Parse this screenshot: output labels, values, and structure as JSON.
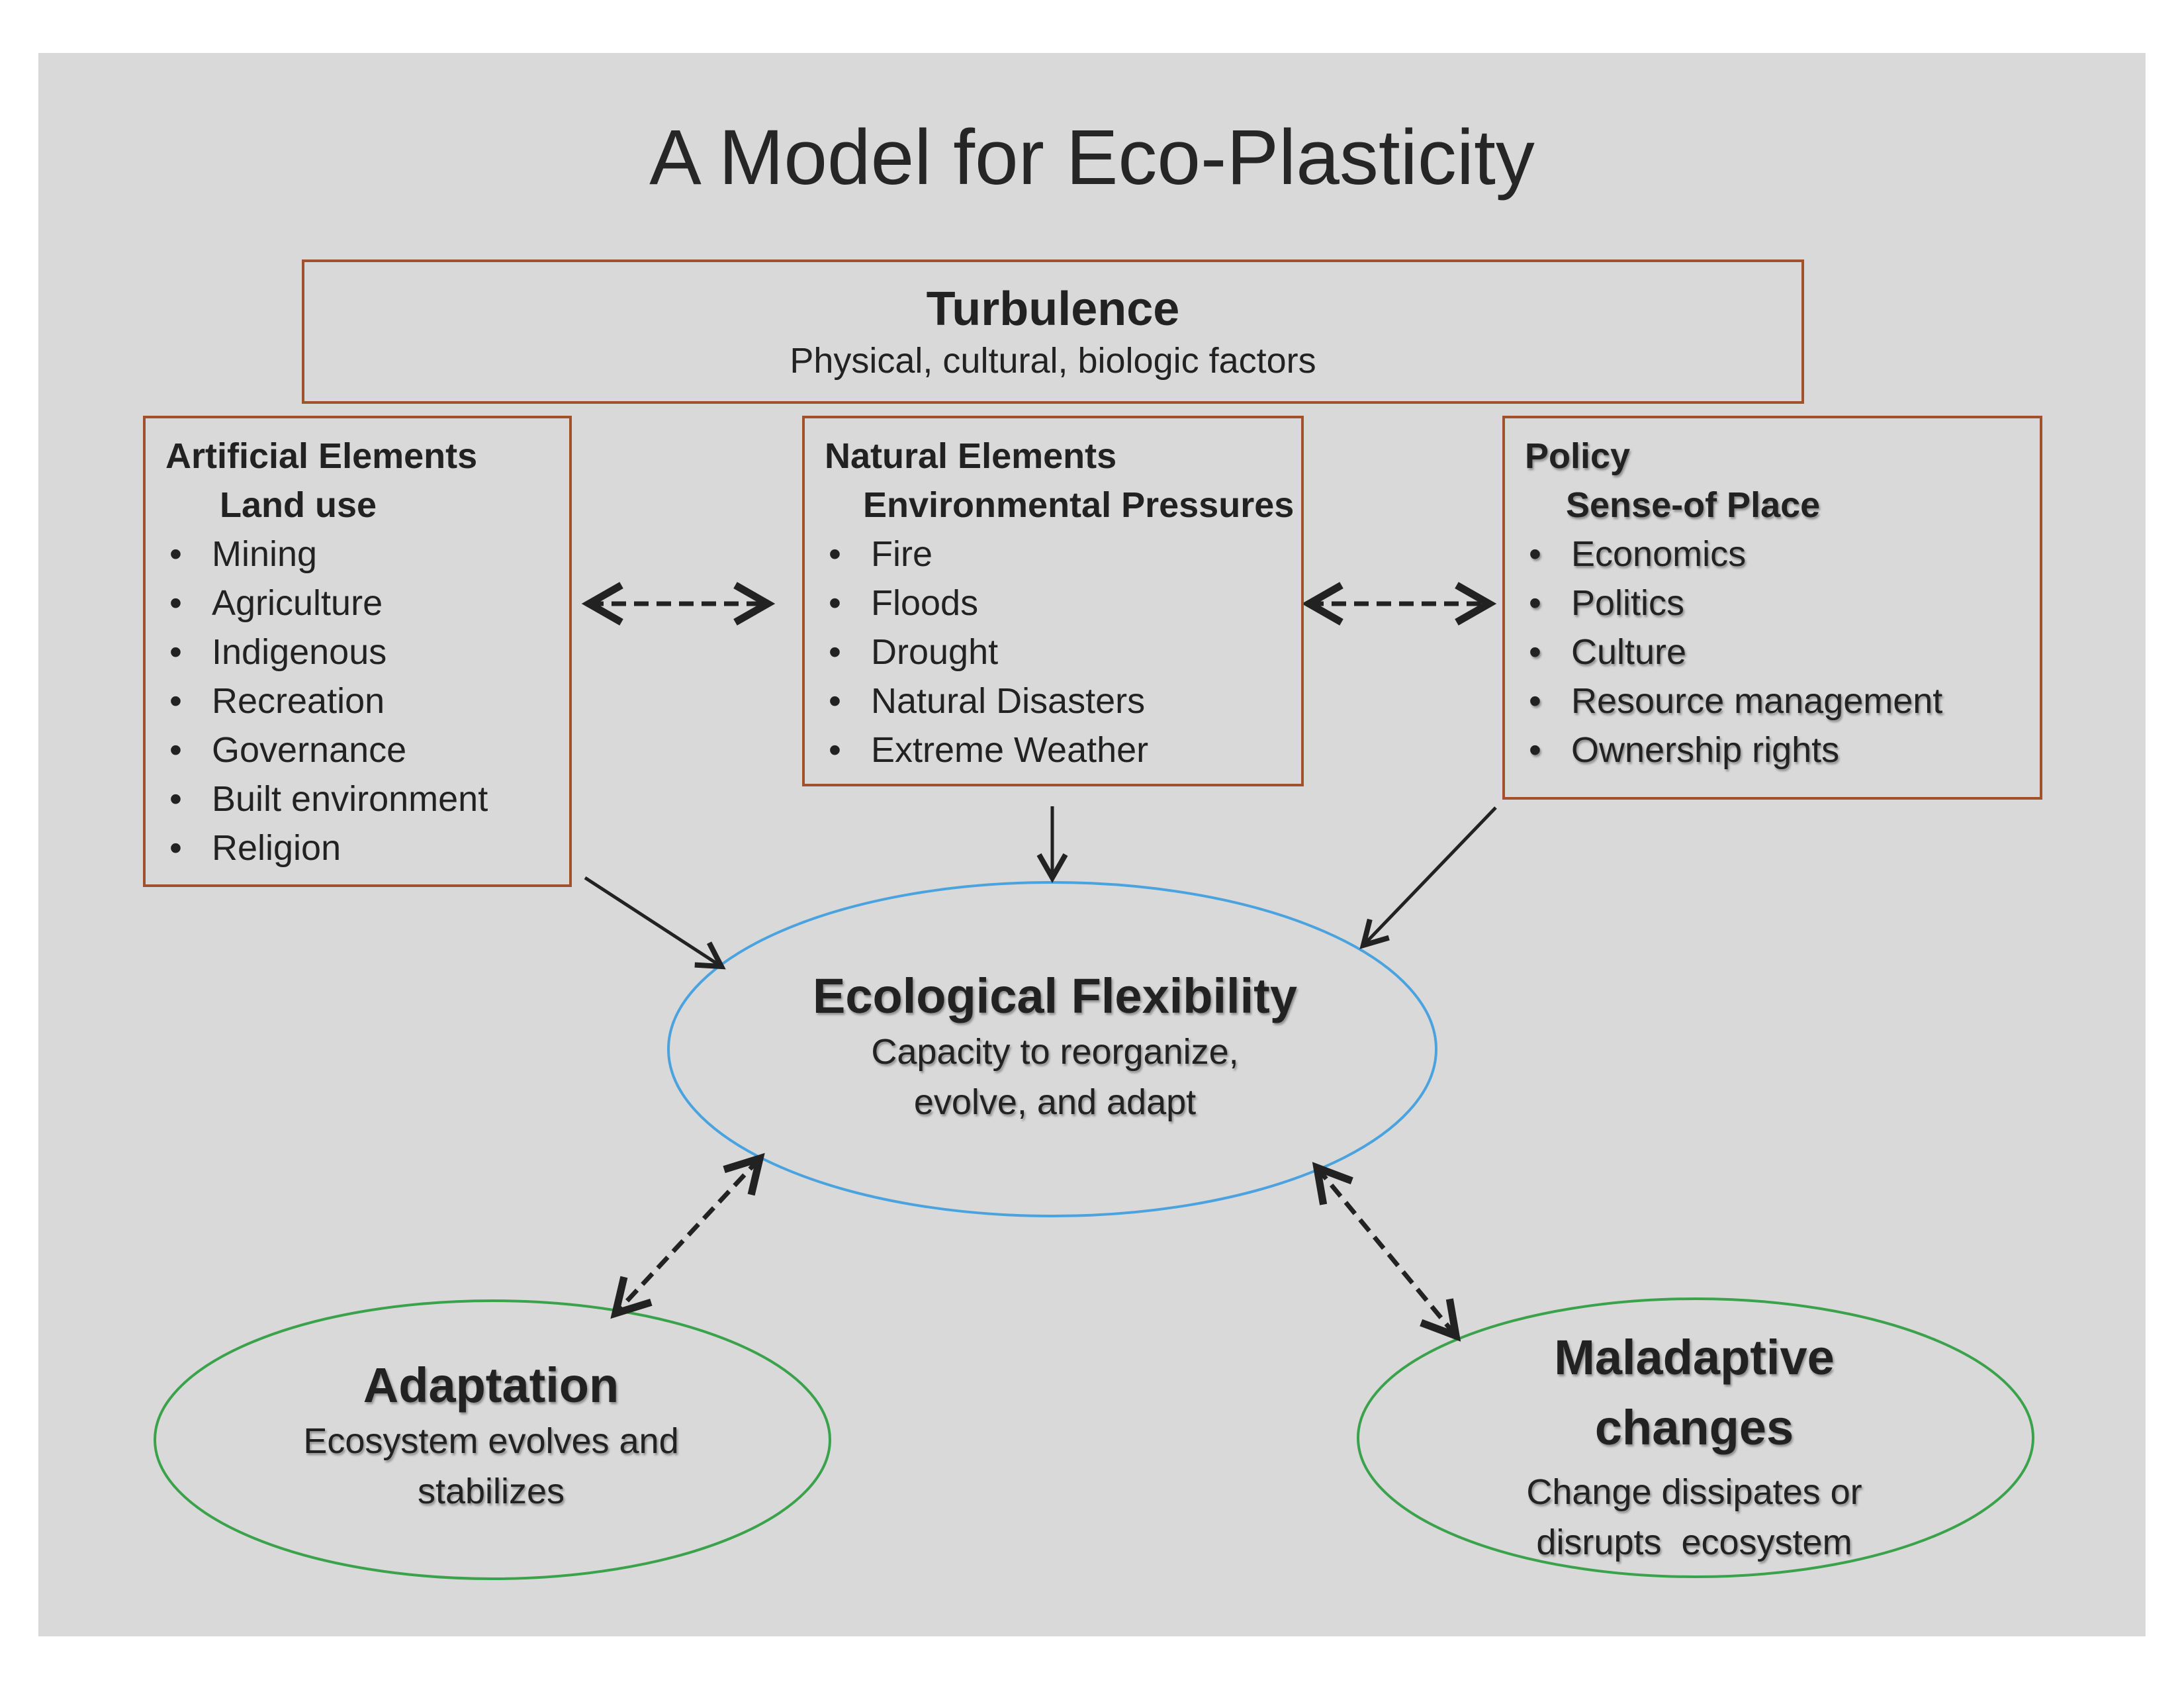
{
  "title": "A Model for Eco-Plasticity",
  "turbulence": {
    "heading": "Turbulence",
    "subtitle": "Physical, cultural, biologic factors"
  },
  "artificial": {
    "heading": "Artificial Elements",
    "subheading": "Land use",
    "items": [
      "Mining",
      "Agriculture",
      "Indigenous",
      "Recreation",
      "Governance",
      "Built environment",
      "Religion"
    ]
  },
  "natural": {
    "heading": "Natural Elements",
    "subheading": "Environmental Pressures",
    "items": [
      "Fire",
      "Floods",
      "Drought",
      "Natural Disasters",
      "Extreme Weather"
    ]
  },
  "policy": {
    "heading": "Policy",
    "subheading": "Sense-of Place",
    "items": [
      "Economics",
      "Politics",
      "Culture",
      "Resource management",
      "Ownership rights"
    ]
  },
  "flexibility": {
    "heading": "Ecological Flexibility",
    "line1": "Capacity to reorganize,",
    "line2": "evolve, and adapt"
  },
  "adaptation": {
    "heading": "Adaptation",
    "line1": "Ecosystem evolves and",
    "line2": "stabilizes"
  },
  "maladaptive": {
    "heading_line1": "Maladaptive",
    "heading_line2": "changes",
    "line1": "Change dissipates or",
    "line2": "disrupts  ecosystem"
  },
  "colors": {
    "background": "#d9d9d9",
    "box_border": "#a0522d",
    "center_ellipse": "#4aa3df",
    "outcome_ellipse": "#3aa24a",
    "arrow": "#222222"
  }
}
